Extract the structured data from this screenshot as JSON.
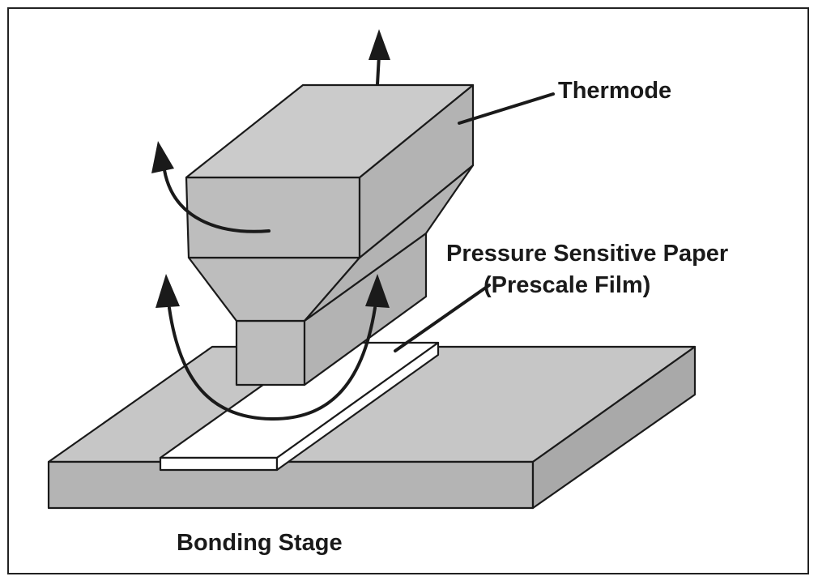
{
  "labels": {
    "thermode": "Thermode",
    "paper_line1": "Pressure Sensitive Paper",
    "paper_line2": "(Prescale Film)",
    "stage": "Bonding Stage"
  },
  "colors": {
    "stage_top": "#c6c6c6",
    "stage_front": "#b4b4b4",
    "stage_side": "#a9a9a9",
    "thermode_top": "#cbcbcb",
    "thermode_front": "#bdbdbd",
    "thermode_side": "#b3b3b3",
    "paper": "#ffffff",
    "outline": "#1a1a1a"
  }
}
